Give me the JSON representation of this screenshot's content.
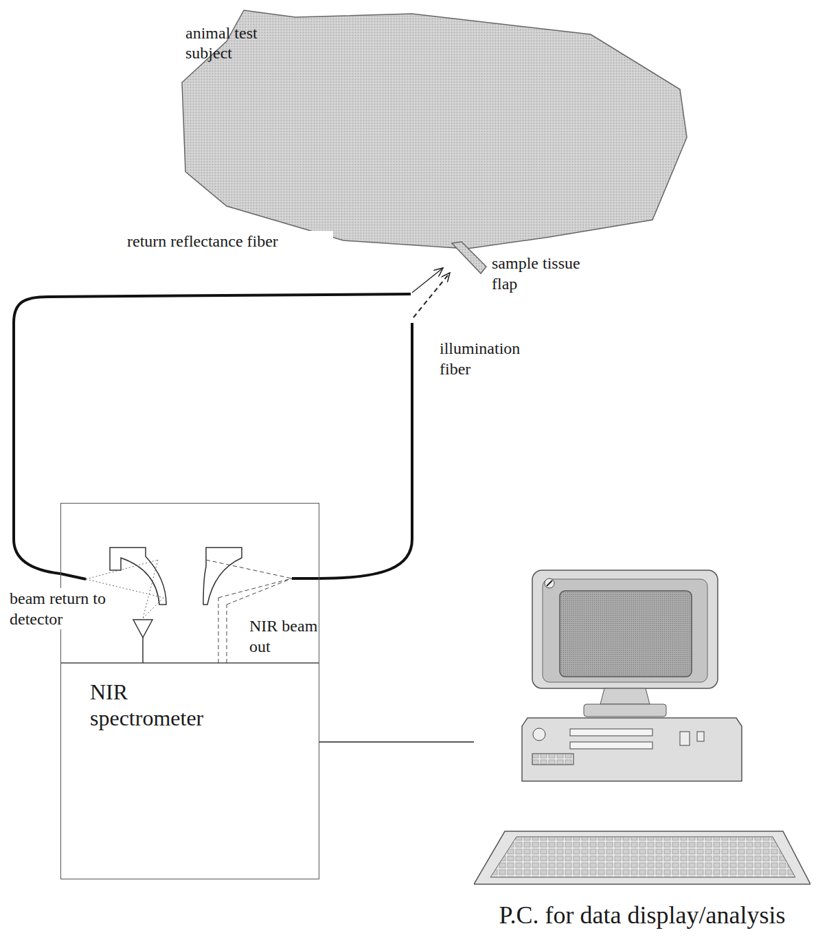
{
  "diagram": {
    "nodes": [
      {
        "text": [
          "animal test subject"
        ]
      },
      {
        "text": [
          "NIR spectrometer"
        ]
      },
      {
        "text": [
          "P.C. for data display/analysis"
        ]
      }
    ],
    "edges": [
      {
        "from": 1,
        "to": 0,
        "arrow": "to",
        "label": "return reflectance fiber"
      },
      {
        "from": 1,
        "to": 0,
        "arrow": "to",
        "label": "illumination fiber"
      },
      {
        "from": 1,
        "to": 2,
        "arrow": "none"
      }
    ],
    "labels": [
      "sample tissue flap",
      "beam return to detector",
      "NIR beam out"
    ]
  }
}
